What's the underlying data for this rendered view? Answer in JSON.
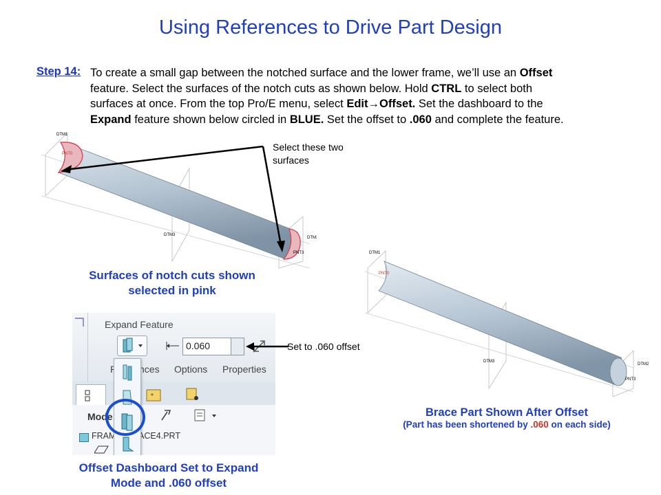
{
  "title": "Using References to Drive Part Design",
  "step": {
    "label": "Step 14:",
    "l1_pre": "To create a small gap between the notched surface and the lower frame, we’ll use an ",
    "l1_bold": "Offset",
    "l2": "feature. Select the surfaces of the notch cuts as shown below. Hold ",
    "l2_bold": "CTRL",
    "l2_post": " to select both",
    "l3_pre": "surfaces at once. From the top Pro/E menu, select ",
    "l3_bold1": "Edit",
    "l3_arrow": "→",
    "l3_bold2": "Offset.",
    "l3_post": " Set the dashboard to the",
    "l4_bold1": "Expand",
    "l4_mid": " feature shown below circled in ",
    "l4_bold2": "BLUE.",
    "l4_mid2": " Set the offset to ",
    "l4_bold3": ".060",
    "l4_post": " and complete the feature."
  },
  "callouts": {
    "select_line1": "Select these two",
    "select_line2": "surfaces",
    "set_offset": "Set to .060 offset"
  },
  "captions": {
    "pink_line1": "Surfaces of notch cuts shown",
    "pink_line2": "selected in pink",
    "brace_title": "Brace Part Shown After Offset",
    "brace_sub_pre": "(Part has been shortened by ",
    "brace_sub_val": ".060",
    "brace_sub_post": " on each side)",
    "dash_line1": "Offset Dashboard Set to Expand",
    "dash_line2": "Mode and .060 offset"
  },
  "datums": {
    "dtm1": "DTM1",
    "dtm2": "DTM2",
    "dtm3": "DTM3",
    "pnt0": "PNT0",
    "pnt3": "PNT3"
  },
  "dashboard": {
    "feature_label": "Expand Feature",
    "offset_value": "0.060",
    "tab_references": "References",
    "tab_options": "Options",
    "tab_properties": "Properties",
    "model_tree_label": "Mode",
    "tree_item": "FRAME_BRACE4.PRT"
  },
  "colors": {
    "title": "#1f3fbf",
    "caption": "#1f3fbf",
    "highlight_red": "#c0392b",
    "circle": "#1a4fd0",
    "part_fill": "#b8c6d3"
  }
}
